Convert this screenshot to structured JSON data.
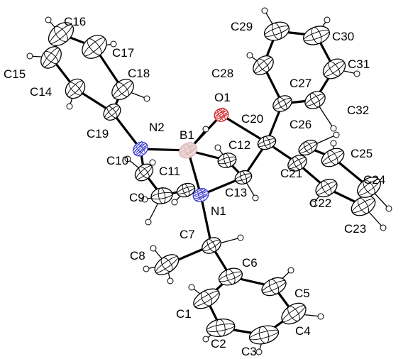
{
  "colors": {
    "carbon": "#000000",
    "nitrogen": "#3a3ad0",
    "oxygen": "#d02020",
    "boron": "#d9b3b3"
  },
  "labels": {
    "C1": "C1",
    "C2": "C2",
    "C3": "C3",
    "C4": "C4",
    "C5": "C5",
    "C6": "C6",
    "C7": "C7",
    "C8": "C8",
    "C9": "C9",
    "C10": "C10",
    "C11": "C11",
    "C12": "C12",
    "C13": "C13",
    "C14": "C14",
    "C15": "C15",
    "C16": "C16",
    "C17": "C17",
    "C18": "C18",
    "C19": "C19",
    "C20": "C20",
    "C21": "C21",
    "C22": "C22",
    "C23": "C23",
    "C24": "C24",
    "C25": "C25",
    "C26": "C26",
    "C27": "C27",
    "C28": "C28",
    "C29": "C29",
    "C30": "C30",
    "C31": "C31",
    "C32": "C32",
    "N1": "N1",
    "N2": "N2",
    "O1": "O1",
    "B1": "B1"
  }
}
